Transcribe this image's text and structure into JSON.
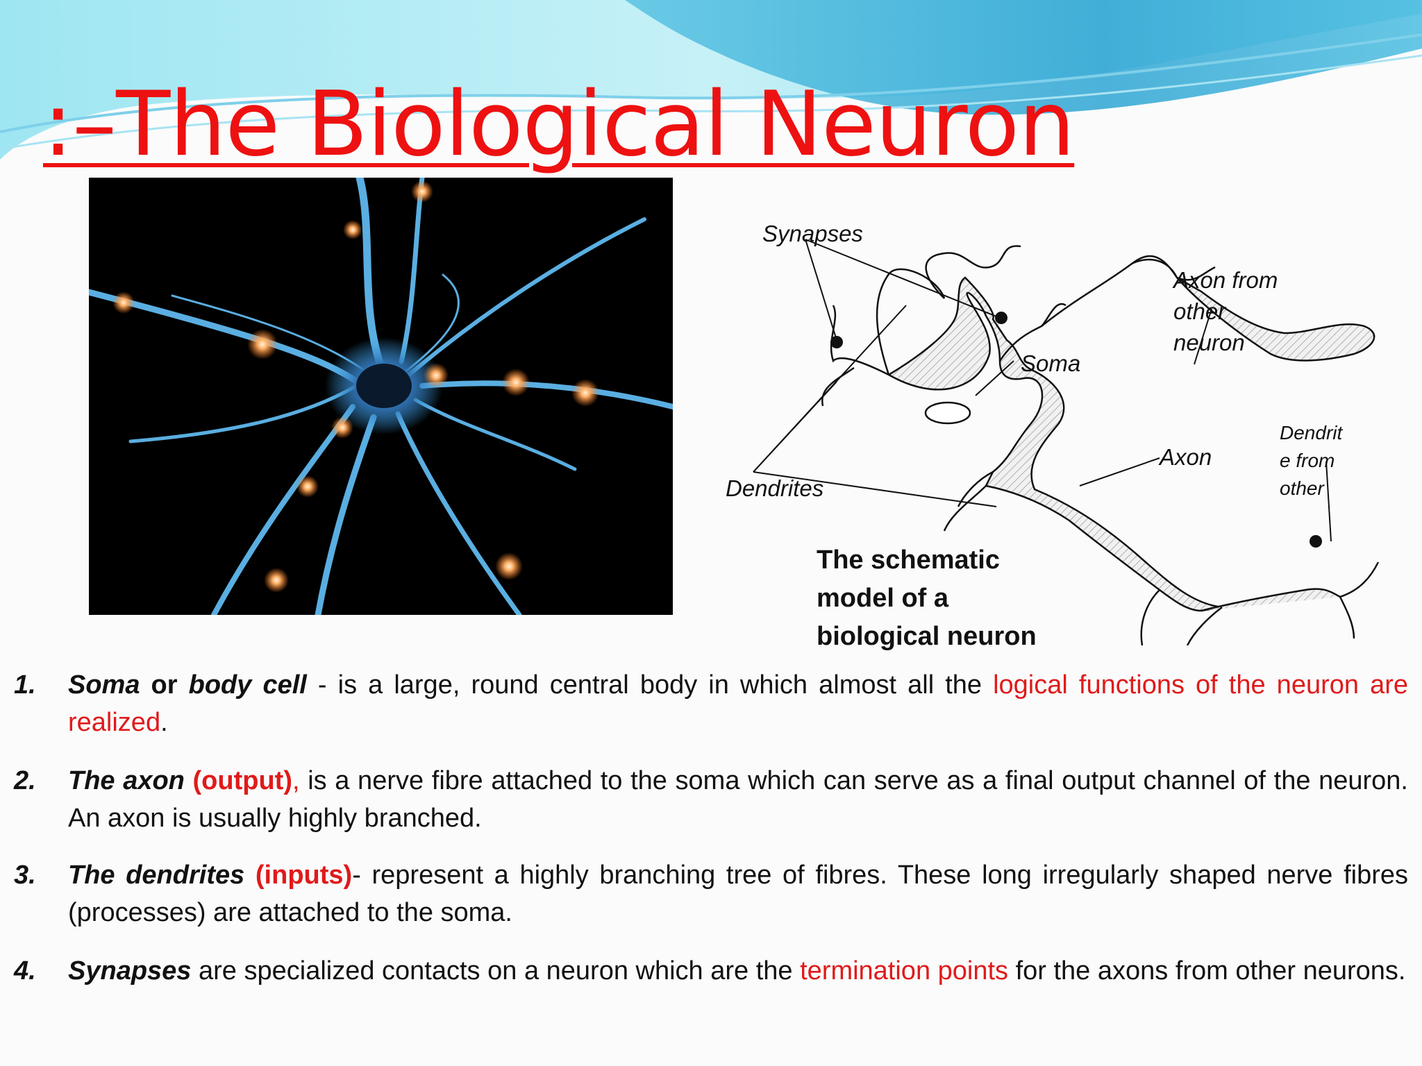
{
  "slide": {
    "title": ":–The Biological Neuron",
    "colors": {
      "title": "#ee1111",
      "highlight": "#e01a1a",
      "wave_light": "#bdeef7",
      "wave_dark": "#35b2d8"
    }
  },
  "photo": {
    "alt": "neuron-photo"
  },
  "schematic": {
    "labels": {
      "synapses": "Synapses",
      "axon_other_1": "Axon from",
      "axon_other_2": "other",
      "axon_other_3": "neuron",
      "soma": "Soma",
      "dendrite_other_1": "Dendrit",
      "dendrite_other_2": "e from",
      "dendrite_other_3": "other",
      "axon": "Axon",
      "dendrites": "Dendrites"
    },
    "caption": [
      "The  schematic",
      "model of a",
      "biological neuron"
    ]
  },
  "list": [
    {
      "number": "1.",
      "term_a": "Soma",
      "conj": " or ",
      "term_b": "body cell",
      "text_a": "  - is a large, round central body in which almost all the ",
      "highlight": "logical functions of the neuron are realized",
      "text_b": "."
    },
    {
      "number": "2.",
      "term": "The axon",
      "tag": " (output)",
      "tag_tail": ",",
      "text": " is a nerve fibre attached to the soma which can serve as a final output channel of the neuron. An axon is usually highly branched."
    },
    {
      "number": "3.",
      "term": "The dendrites",
      "tag": " (inputs)",
      "text": "- represent a highly branching tree of fibres. These long irregularly shaped nerve fibres (processes) are attached to the soma."
    },
    {
      "number": "4.",
      "term": "Synapses",
      "text_a": " are specialized contacts on a neuron which are the ",
      "highlight": "termination points",
      "text_b": " for the axons from other neurons."
    }
  ]
}
